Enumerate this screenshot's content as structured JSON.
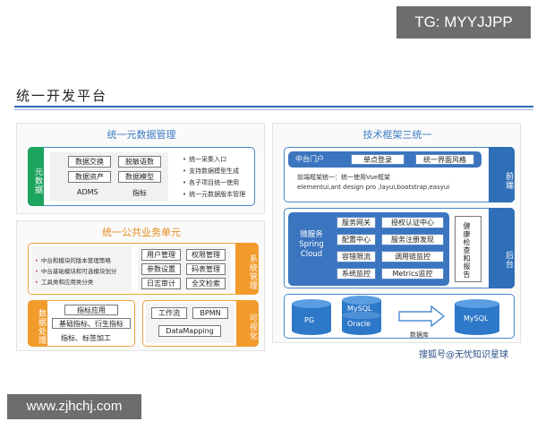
{
  "watermark_top_right": "TG: MYYJJPP",
  "watermark_bottom_left": "www.zjhchj.com",
  "watermark_footer": "搜狐号@无忧知识星球",
  "page_title": "统一开发平台",
  "left_top": {
    "title": "统一元数据管理",
    "side_label": "元数据",
    "chips": [
      "数据交换",
      "脱敏语数",
      "数据资产",
      "数据模型"
    ],
    "plain": [
      "ADMS",
      "指标"
    ],
    "bullets": [
      "统一采集入口",
      "支持数据模型生成",
      "各子项目统一使用",
      "统一元数据版本管理"
    ]
  },
  "left_bottom": {
    "title": "统一公共业务单元",
    "mgmt_bullets": [
      "中台和模块的版本管理策略",
      "中台基础模块和可选模块划分",
      "工具类和应用类分类"
    ],
    "mgmt_chips": [
      "用户管理",
      "权限管理",
      "参数设置",
      "码表管理",
      "日志审计",
      "全文检索"
    ],
    "mgmt_side": "系统管理",
    "data_side": "数据处理",
    "data_items": [
      "指标应用",
      "基础指标、衍生指标",
      "指标、标签加工"
    ],
    "viz_chips": [
      "工作流",
      "BPMN",
      "DataMapping"
    ],
    "viz_side": "可视化"
  },
  "right": {
    "title": "技术框架三统一",
    "frontend": {
      "header": "中台门户",
      "chips": [
        "单点登录",
        "统一界面风格"
      ],
      "line1": "前端框架统一：统一使用Vue框架",
      "line2": "elementui,ant design pro ,layui,bootstrap,easyui",
      "side": "前端"
    },
    "backend": {
      "label_lines": [
        "微服务",
        "Spring",
        "Cloud"
      ],
      "chips": [
        "服务网关",
        "授权认证中心",
        "配置中心",
        "服务注册发现",
        "容错限流",
        "调用链监控",
        "系统监控",
        "Metrics监控"
      ],
      "health": "健康检查和报告",
      "side": "后台"
    },
    "db": {
      "items": [
        "PG",
        "MySQL",
        "Oracle",
        "MySQL"
      ],
      "arrow_label": "数据库"
    }
  }
}
